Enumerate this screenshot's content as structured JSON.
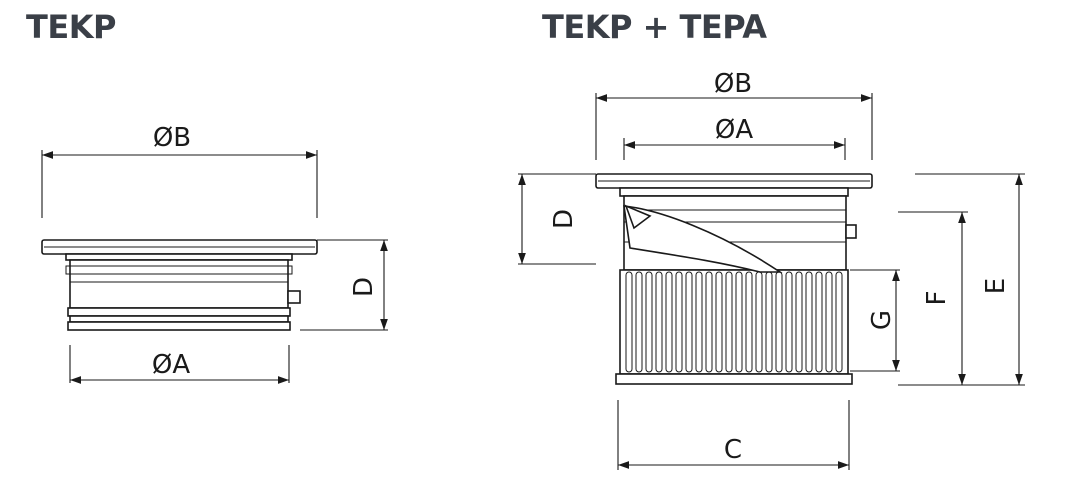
{
  "titles": {
    "left": "TEKP",
    "right": "TEKP + TEPA"
  },
  "left_drawing": {
    "dim_outer_diameter": "ØB",
    "dim_inner_diameter": "ØA",
    "dim_height": "D"
  },
  "right_drawing": {
    "dim_outer_diameter": "ØB",
    "dim_inner_diameter": "ØA",
    "dim_flange_height": "D",
    "dim_width": "C",
    "dim_total_height": "E",
    "dim_body_height": "F",
    "dim_ribbed_height": "G"
  },
  "colors": {
    "title": "#3a3f47",
    "line": "#1a1a1a"
  }
}
